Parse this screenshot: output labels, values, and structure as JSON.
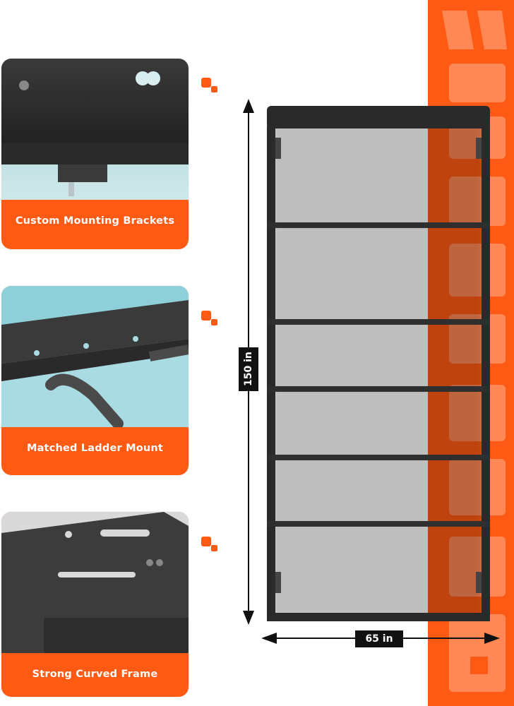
{
  "features": [
    {
      "label": "Custom Mounting Brackets",
      "icon": "mounting-bracket-photo"
    },
    {
      "label": "Matched Ladder Mount",
      "icon": "ladder-mount-photo"
    },
    {
      "label": "Strong Curved Frame",
      "icon": "curved-frame-photo"
    }
  ],
  "dimensions": {
    "height": "150 in",
    "width": "65 in"
  },
  "colors": {
    "accent": "#ff5a13",
    "frame": "#2a2a2a",
    "label_bg": "#111111"
  }
}
